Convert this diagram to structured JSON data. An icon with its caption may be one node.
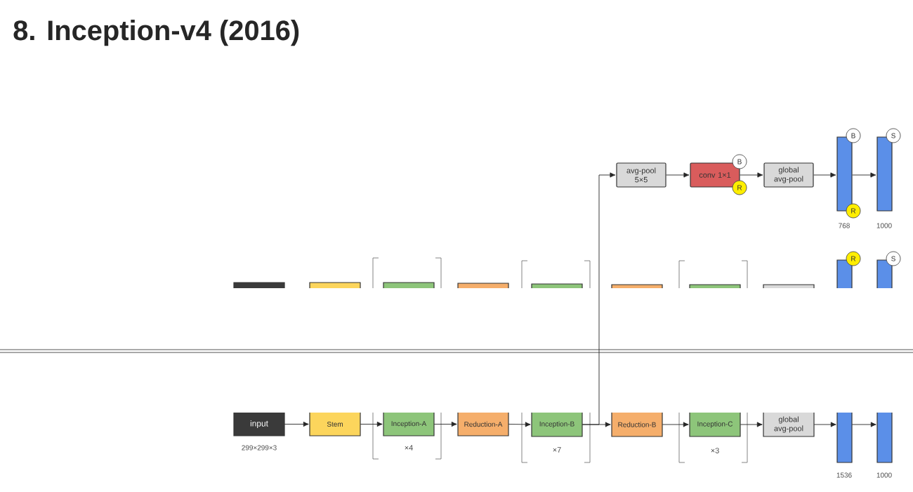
{
  "diagram": {
    "title": "8. Inception-v4 (2016)",
    "nodes": [
      {
        "text": [
          "avg-pool 5×5"
        ]
      },
      {
        "text": [
          "conv 1×1"
        ]
      },
      {
        "text": [
          "B"
        ]
      },
      {
        "text": [
          "R"
        ]
      },
      {
        "text": [
          "global avg-pool"
        ]
      },
      {
        "text": [],
        "shape": "bar"
      },
      {
        "text": [
          "B"
        ]
      },
      {
        "text": [
          "R"
        ]
      },
      {
        "text": [],
        "shape": "bar",
        "beside": [
          "1000"
        ]
      },
      {
        "text": [
          "S"
        ]
      },
      {
        "text": [
          "input"
        ],
        "beside": [
          "299×299×3"
        ]
      },
      {
        "text": [
          "Stem"
        ]
      },
      {
        "text": [
          "Inception-A"
        ],
        "beside": [
          "×4"
        ]
      },
      {
        "text": [
          "Reduction-A"
        ]
      },
      {
        "text": [
          "Inception-B"
        ],
        "beside": [
          "×7"
        ]
      },
      {
        "text": [
          "Reduction-B"
        ]
      },
      {
        "text": [
          "Inception-C"
        ],
        "beside": [
          "×3"
        ]
      },
      {
        "text": [
          "global avg-pool"
        ]
      },
      {
        "text": [],
        "shape": "bar",
        "beside": [
          "1536"
        ]
      },
      {
        "text": [
          "R"
        ]
      },
      {
        "text": [],
        "shape": "bar",
        "beside": [
          "1000"
        ]
      },
      {
        "text": [
          "S"
        ]
      }
    ],
    "edges": [
      {
        "from": 0,
        "to": 1,
        "arrow": "to"
      },
      {
        "from": 1,
        "to": 4,
        "arrow": "to"
      },
      {
        "from": 4,
        "to": 5,
        "arrow": "to"
      },
      {
        "from": 5,
        "to": 8,
        "arrow": "to"
      },
      {
        "from": 14,
        "to": 0,
        "arrow": "to"
      },
      {
        "from": 10,
        "to": 11,
        "arrow": "to"
      },
      {
        "from": 11,
        "to": 12,
        "arrow": "to"
      },
      {
        "from": 12,
        "to": 13,
        "arrow": "to"
      },
      {
        "from": 13,
        "to": 14,
        "arrow": "to"
      },
      {
        "from": 14,
        "to": 15,
        "arrow": "to"
      },
      {
        "from": 15,
        "to": 16,
        "arrow": "to"
      },
      {
        "from": 16,
        "to": 17,
        "arrow": "to"
      },
      {
        "from": 17,
        "to": 18,
        "arrow": "to"
      },
      {
        "from": 18,
        "to": 20,
        "arrow": "to"
      }
    ],
    "labels": [
      "768"
    ]
  }
}
